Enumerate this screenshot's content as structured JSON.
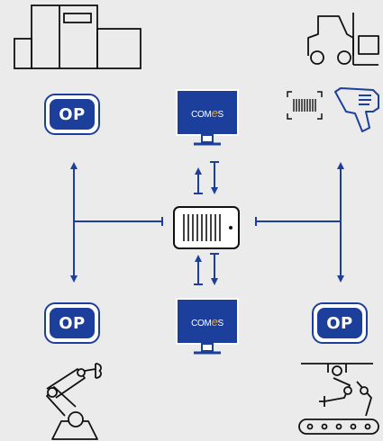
{
  "diagram": {
    "op_label": "OP",
    "monitor_brand": {
      "prefix": "CO",
      "m": "M",
      "e": "e",
      "s": "S"
    }
  },
  "colors": {
    "background": "#ebebeb",
    "accent": "#1d3f9c",
    "outline": "#111111",
    "logo_highlight": "#f2a51a"
  },
  "icons": [
    "factory-icon",
    "forklift-icon",
    "barcode-icon",
    "barcode-scanner-icon",
    "monitor-icon",
    "plc-controller-icon",
    "robot-arm-icon",
    "conveyor-robot-icon",
    "op-panel-icon",
    "arrow-icon"
  ]
}
